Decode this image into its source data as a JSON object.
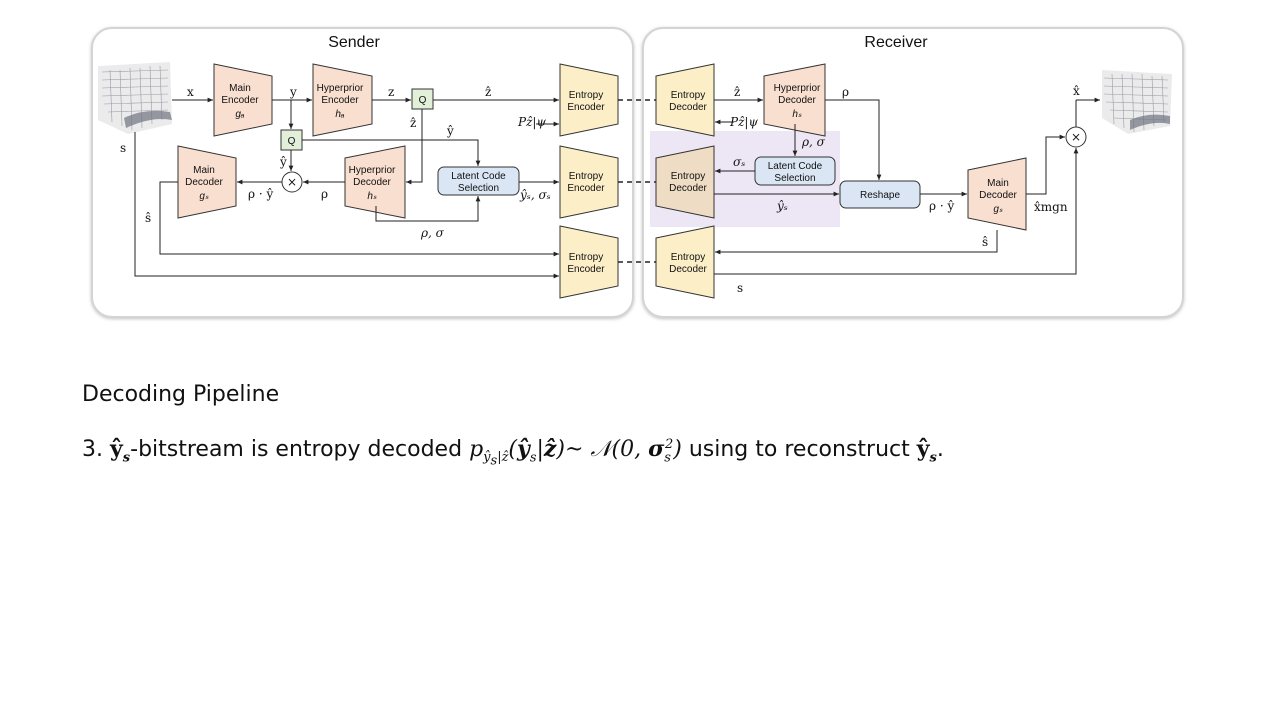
{
  "sender": {
    "title": "Sender",
    "main_encoder": [
      "Main",
      "Encoder",
      "gₐ"
    ],
    "hyper_encoder": [
      "Hyperprior",
      "Encoder",
      "hₐ"
    ],
    "main_decoder": [
      "Main",
      "Decoder",
      "gₛ"
    ],
    "hyper_decoder": [
      "Hyperprior",
      "Decoder",
      "hₛ"
    ],
    "latent_selection": [
      "Latent Code",
      "Selection"
    ],
    "entropy_encoder": [
      "Entropy",
      "Encoder"
    ],
    "quantizer": "Q",
    "labels": {
      "x": "x",
      "y": "y",
      "z": "z",
      "z_hat": "ẑ",
      "z_hat2": "ẑ",
      "y_hat": "ŷ",
      "y_hat2": "ŷ",
      "s": "s",
      "s_hat": "ŝ",
      "rho_y": "ρ · ŷ",
      "rho": "ρ",
      "rho_sigma": "ρ, σ",
      "ys_sigma": "ŷₛ, σₛ",
      "p_z": "Pẑ|ψ",
      "times": "×"
    }
  },
  "receiver": {
    "title": "Receiver",
    "entropy_decoder": [
      "Entropy",
      "Decoder"
    ],
    "hyper_decoder": [
      "Hyperprior",
      "Decoder",
      "hₛ"
    ],
    "latent_selection": [
      "Latent Code",
      "Selection"
    ],
    "reshape": "Reshape",
    "main_decoder": [
      "Main",
      "Decoder",
      "gₛ"
    ],
    "labels": {
      "z_hat": "ẑ",
      "rho": "ρ",
      "p_z": "Pẑ|ψ",
      "sigma_s": "σₛ",
      "rho_sigma": "ρ, σ",
      "ys": "ŷₛ",
      "rho_y": "ρ · ŷ",
      "x_mgn": "x̂mgn",
      "x_hat": "x̂",
      "s_hat": "ŝ",
      "s": "s",
      "times": "×"
    }
  },
  "slide": {
    "heading": "Decoding Pipeline",
    "step_prefix": "3.",
    "step_text_1": "-bitstream is entropy decoded",
    "step_text_2": "using to reconstruct",
    "step_end": "."
  },
  "colors": {
    "encoder_fill": "#f9dfd0",
    "entropy_fill": "#fcefc8",
    "selection_fill": "#dbe6f4",
    "quant_fill": "#e2f0d9",
    "highlight": "#ede6f4"
  }
}
